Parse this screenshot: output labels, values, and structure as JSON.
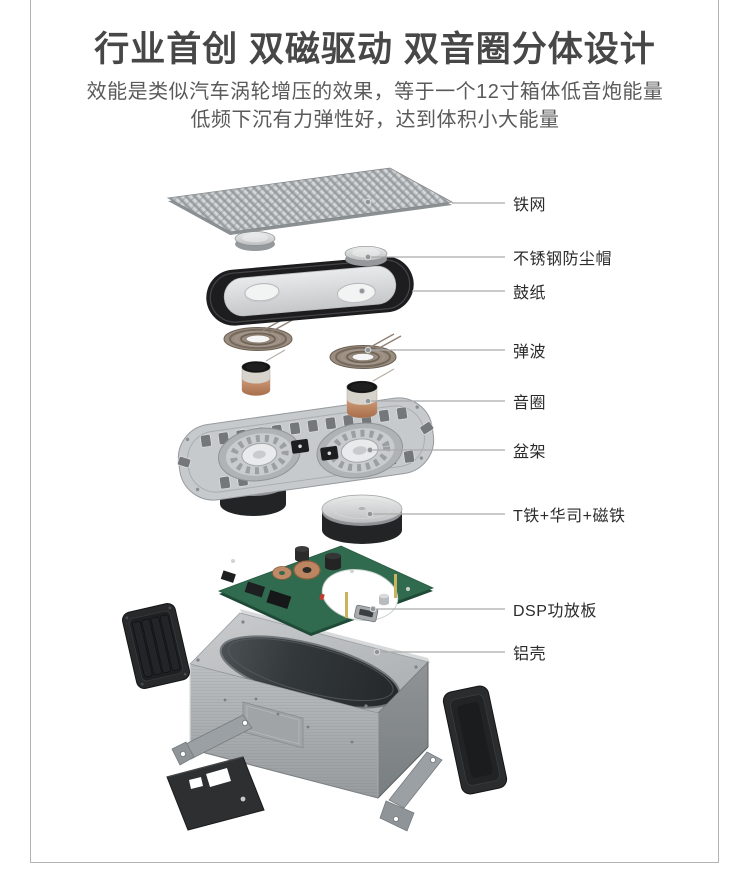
{
  "header": {
    "title": "行业首创 双磁驱动 双音圈分体设计",
    "subtitle_line1": "效能是类似汽车涡轮增压的效果，等于一个12寸箱体低音炮能量",
    "subtitle_line2": "低频下沉有力弹性好，达到体积小大能量"
  },
  "diagram": {
    "type": "exploded-view",
    "labels": [
      {
        "text": "铁网"
      },
      {
        "text": "不锈钢防尘帽"
      },
      {
        "text": "鼓纸"
      },
      {
        "text": "弹波"
      },
      {
        "text": "音圈"
      },
      {
        "text": "盆架"
      },
      {
        "text": "T铁+华司+磁铁"
      },
      {
        "text": "DSP功放板"
      },
      {
        "text": "铝壳"
      }
    ]
  },
  "colors": {
    "title_text": "#474747",
    "subtitle_text": "#5a5a5a",
    "label_text": "#2b2b2b",
    "leader_line": "#aaaaaa",
    "frame_border": "#b3b3b3",
    "pcb_green": "#316b4f",
    "copper": "#b97f5e",
    "aluminum": "#b4b7b9"
  }
}
